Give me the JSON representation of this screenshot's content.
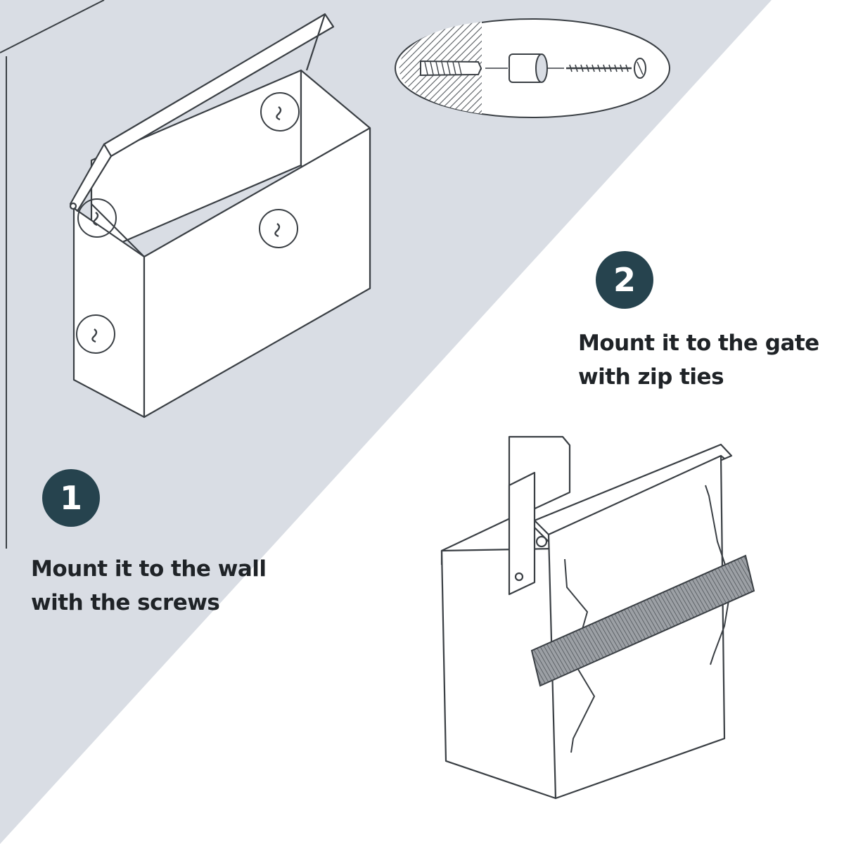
{
  "colors": {
    "panel_background": "#d9dde4",
    "page_background": "#ffffff",
    "badge": "#26434e",
    "line_art": "#3a3f44",
    "text": "#1f2327"
  },
  "steps": [
    {
      "number": "1",
      "lines": [
        "Mount it to the wall",
        "with the screws"
      ]
    },
    {
      "number": "2",
      "lines": [
        "Mount it to the gate",
        "with zip ties"
      ]
    }
  ]
}
